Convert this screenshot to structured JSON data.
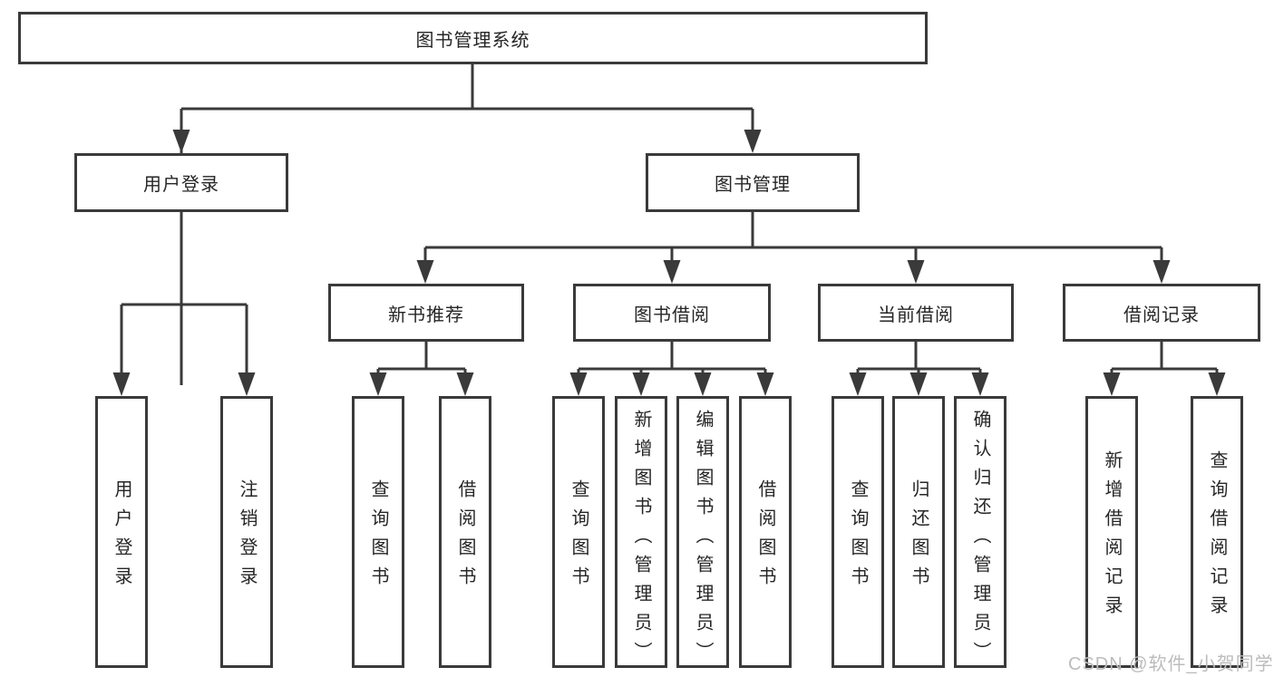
{
  "diagram": {
    "type": "hierarchy",
    "colors": {
      "background": "#ffffff",
      "line": "#3a3a3a",
      "box_border": "#3a3a3a",
      "text": "#262626",
      "watermark": "#bcbcbc"
    },
    "tree": {
      "root": "图书管理系统",
      "branches": [
        {
          "label": "用户登录",
          "children": [
            "用户登录",
            "注销登录"
          ]
        },
        {
          "label": "图书管理",
          "groups": [
            {
              "label": "新书推荐",
              "children": [
                "查询图书",
                "借阅图书"
              ]
            },
            {
              "label": "图书借阅",
              "children": [
                "查询图书",
                "新增图书（管理员）",
                "编辑图书（管理员）",
                "借阅图书"
              ]
            },
            {
              "label": "当前借阅",
              "children": [
                "查询图书",
                "归还图书",
                "确认归还（管理员）"
              ]
            },
            {
              "label": "借阅记录",
              "children": [
                "新增借阅记录",
                "查询借阅记录"
              ]
            }
          ]
        }
      ]
    },
    "watermark": "CSDN @软件_小贺同学"
  }
}
